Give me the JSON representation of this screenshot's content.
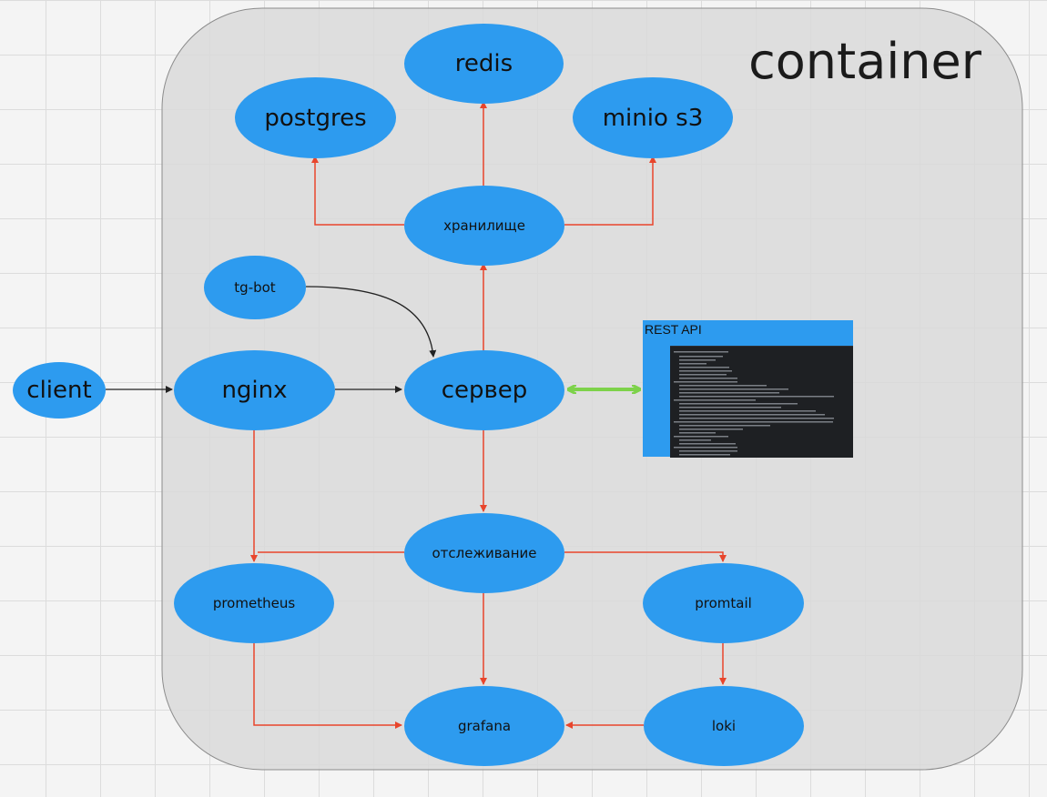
{
  "diagram": {
    "container_label": "container",
    "nodes": {
      "redis": "redis",
      "postgres": "postgres",
      "minio": "minio s3",
      "storage": "хранилище",
      "tgbot": "tg-bot",
      "client": "client",
      "nginx": "nginx",
      "server": "сервер",
      "monitoring": "отслеживание",
      "prometheus": "prometheus",
      "promtail": "promtail",
      "grafana": "grafana",
      "loki": "loki"
    },
    "rest_api_label": "REST API"
  },
  "colors": {
    "node_fill": "#2d9bef",
    "container_fill": "#d9d9d9",
    "edge_red": "#e8452c",
    "edge_black": "#222222",
    "edge_green": "#7dd24a"
  }
}
